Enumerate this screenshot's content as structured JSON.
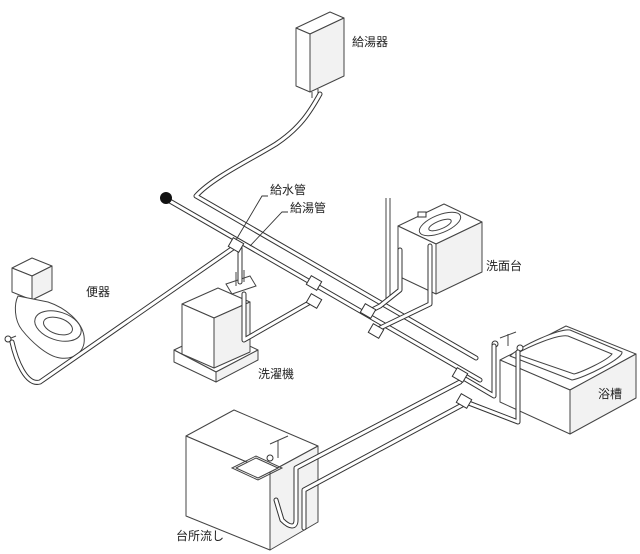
{
  "labels": {
    "water_heater": "給湯器",
    "cold_pipe": "給水管",
    "hot_pipe": "給湯管",
    "washbasin": "洗面台",
    "toilet": "便器",
    "washing_machine": "洗濯機",
    "bathtub": "浴槽",
    "kitchen_sink": "台所流し"
  }
}
